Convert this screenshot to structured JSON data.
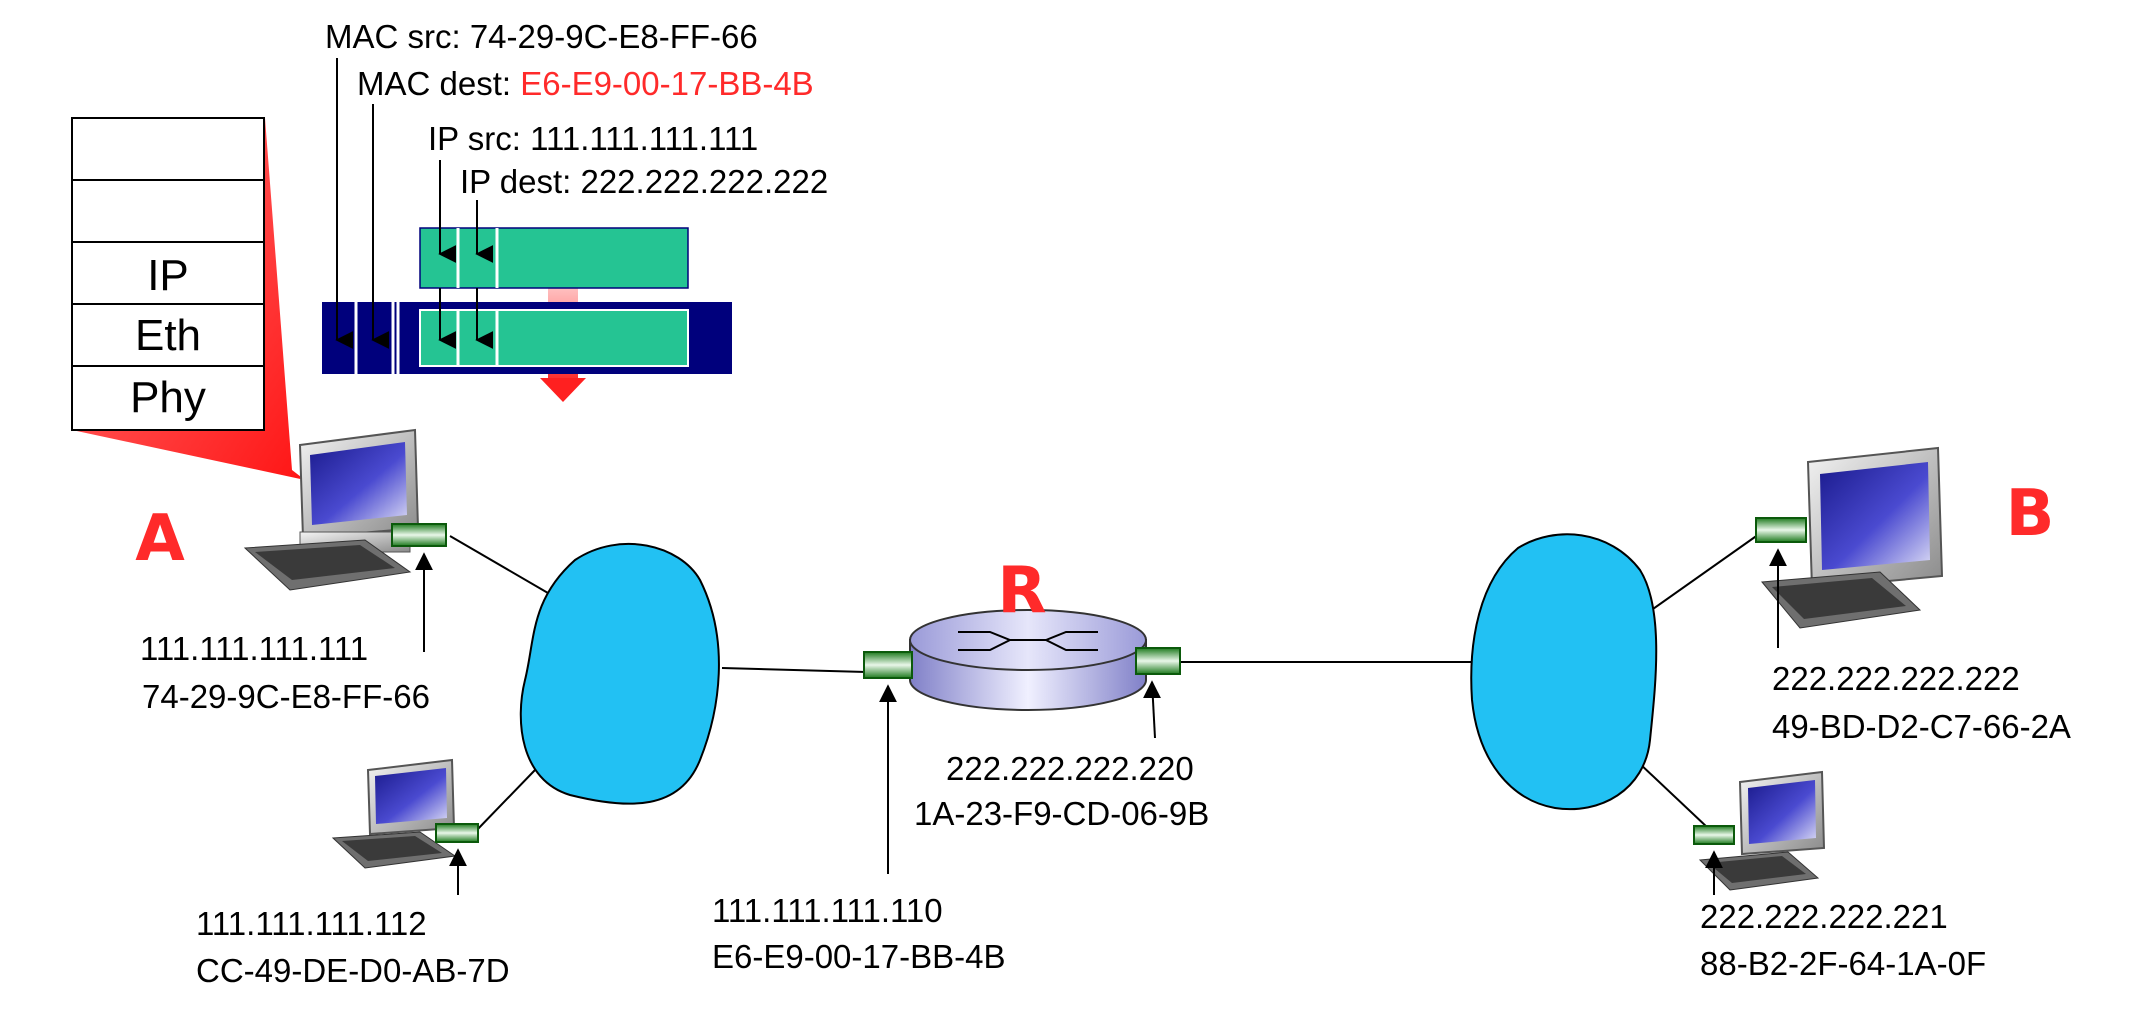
{
  "colors": {
    "cloud": "#22c1f3",
    "frame_dark": "#00007c",
    "datagram": "#25c493",
    "adapter": "#1b7a1b",
    "highlight": "#ff2a2a"
  },
  "frame_header": {
    "mac_src_label": "MAC src: ",
    "mac_src_value": "74-29-9C-E8-FF-66",
    "mac_dest_label": "MAC dest: ",
    "mac_dest_value": "E6-E9-00-17-BB-4B",
    "ip_src_label": "IP src: ",
    "ip_src_value": "111.111.111.111",
    "ip_dest_label": "IP dest: ",
    "ip_dest_value": "222.222.222.222"
  },
  "protocol_stack": {
    "layers": [
      "",
      "",
      "IP",
      "Eth",
      "Phy"
    ]
  },
  "nodes": {
    "A": "A",
    "B": "B",
    "R": "R"
  },
  "hosts": {
    "host_a": {
      "ip": "111.111.111.111",
      "mac": "74-29-9C-E8-FF-66"
    },
    "host_a2": {
      "ip": "111.111.111.112",
      "mac": "CC-49-DE-D0-AB-7D"
    },
    "router_left": {
      "ip": "111.111.111.110",
      "mac": "E6-E9-00-17-BB-4B"
    },
    "router_right": {
      "ip": "222.222.222.220",
      "mac": "1A-23-F9-CD-06-9B"
    },
    "host_b": {
      "ip": "222.222.222.222",
      "mac": "49-BD-D2-C7-66-2A"
    },
    "host_b2": {
      "ip": "222.222.222.221",
      "mac": "88-B2-2F-64-1A-0F"
    }
  }
}
